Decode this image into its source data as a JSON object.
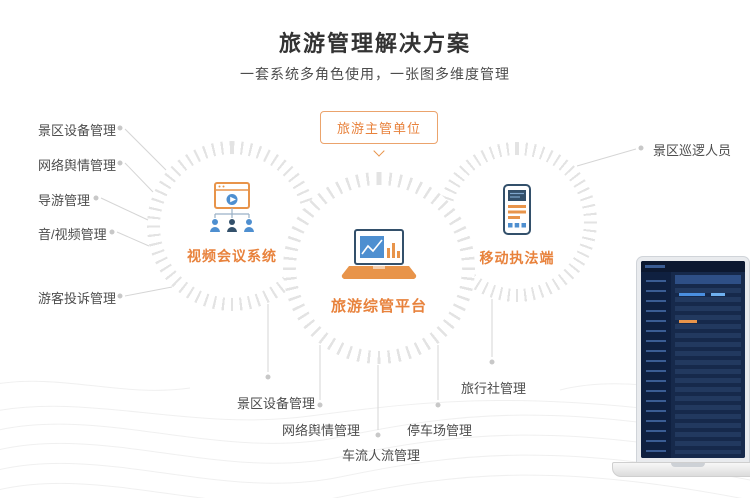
{
  "header": {
    "title": "旅游管理解决方案",
    "subtitle": "一套系统多角色使用，一张图多维度管理"
  },
  "badge": {
    "label": "旅游主管单位"
  },
  "nodes": {
    "video": {
      "label": "视频会议系统",
      "icon": "video-conference-icon"
    },
    "platform": {
      "label": "旅游综管平台",
      "icon": "laptop-chart-icon"
    },
    "mobile": {
      "label": "移动执法端",
      "icon": "handheld-terminal-icon"
    }
  },
  "labels": {
    "left": [
      "景区设备管理",
      "网络舆情管理",
      "导游管理",
      "音/视频管理",
      "游客投诉管理"
    ],
    "right": [
      "景区巡逻人员"
    ],
    "bottom": [
      "景区设备管理",
      "网络舆情管理",
      "车流人流管理",
      "停车场管理",
      "旅行社管理"
    ]
  },
  "colors": {
    "accent_orange": "#E8823C",
    "icon_blue": "#4E8FD0",
    "icon_navy": "#33506B",
    "connector_gray": "#D5D5D5",
    "text_dark": "#333333",
    "text_gray": "#4D4D4D",
    "laptop_screen_navy": "#16294B"
  }
}
